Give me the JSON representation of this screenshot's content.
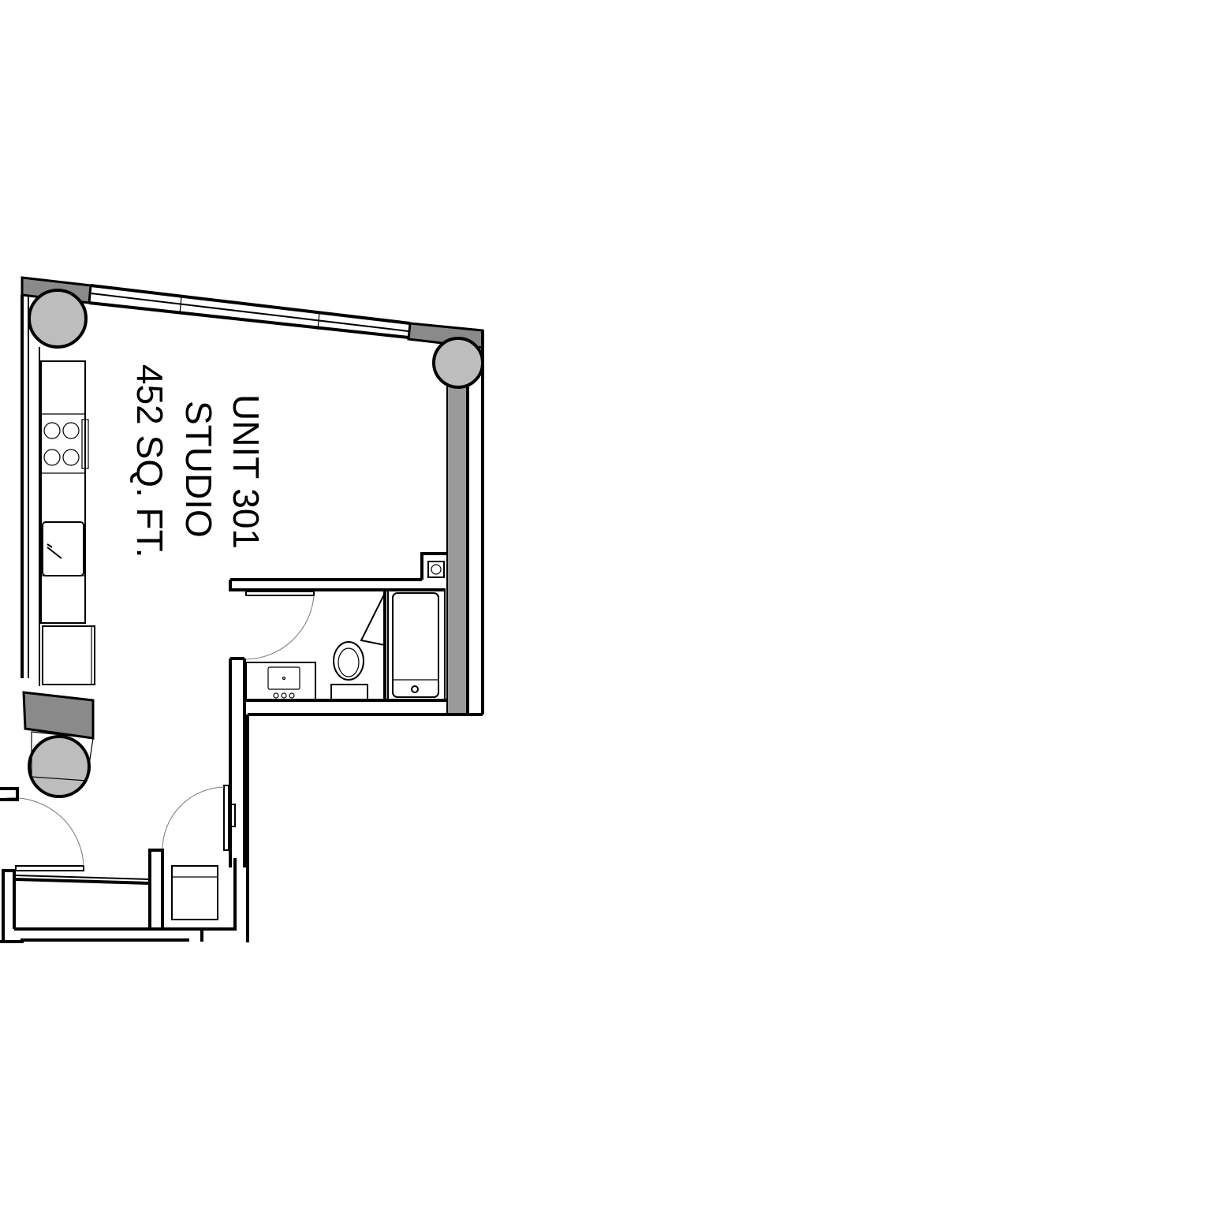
{
  "unit": {
    "name": "UNIT 301",
    "type": "STUDIO",
    "area": "452 SQ. FT."
  },
  "colors": {
    "wall": "#000000",
    "column_fill": "#bdbdbd",
    "dark_fill": "#8a8a8a",
    "background": "#ffffff"
  }
}
